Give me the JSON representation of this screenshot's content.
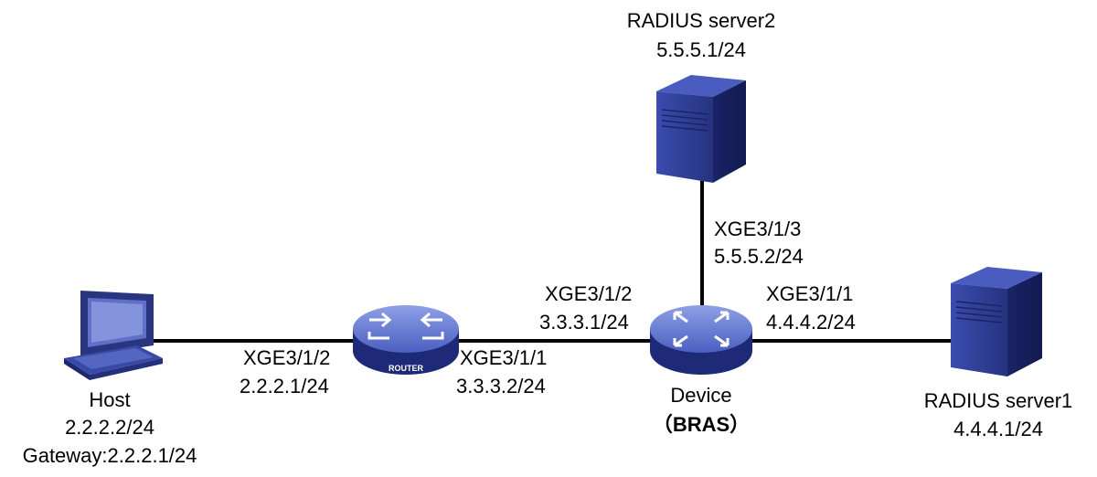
{
  "nodes": {
    "host": {
      "name": "Host",
      "ip": "2.2.2.2/24",
      "gateway": "Gateway:2.2.2.1/24"
    },
    "router": {
      "badge": "ROUTER"
    },
    "device": {
      "name": "Device",
      "role": "（BRAS）",
      "role_text": "BRAS"
    },
    "radius1": {
      "name": "RADIUS server1",
      "ip": "4.4.4.1/24"
    },
    "radius2": {
      "name": "RADIUS server2",
      "ip": "5.5.5.1/24"
    }
  },
  "interfaces": {
    "router_host_side": {
      "port": "XGE3/1/2",
      "ip": "2.2.2.1/24"
    },
    "router_device_side": {
      "port": "XGE3/1/1",
      "ip": "3.3.3.2/24"
    },
    "device_router_side": {
      "port": "XGE3/1/2",
      "ip": "3.3.3.1/24"
    },
    "device_radius1_side": {
      "port": "XGE3/1/1",
      "ip": "4.4.4.2/24"
    },
    "device_radius2_side": {
      "port": "XGE3/1/3",
      "ip": "5.5.5.2/24"
    }
  },
  "colors": {
    "link": "#000000",
    "device_blue": "#2f3f9a",
    "device_light": "#6f83d6",
    "server_dark": "#1e2a78",
    "server_light": "#3d4fb0"
  }
}
